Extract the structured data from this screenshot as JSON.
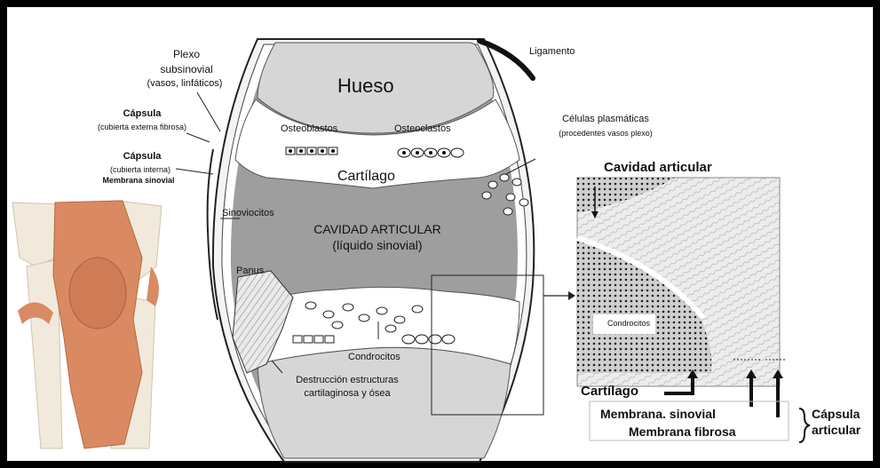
{
  "labels": {
    "plexo": "Plexo",
    "subsinovial": "subsinovial",
    "vasos": "(vasos, linfáticos)",
    "capsula1": "Cápsula",
    "capsula1_sub": "(cubierta externa fibrosa)",
    "capsula2": "Cápsula",
    "capsula2_sub": "(cubierta interna)",
    "membrana_sinovial": "Membrana sinovial",
    "sinoviocitos": "Sinoviocitos",
    "ligamento": "Ligamento",
    "hueso": "Hueso",
    "osteoblastos": "Osteoblastos",
    "osteoclastos": "Osteoclastos",
    "cartilago": "Cartílago",
    "celulas_plasmaticas": "Células plasmáticas",
    "celulas_sub": "(procedentes vasos plexo)",
    "cavidad_articular_caps": "CAVIDAD ARTICULAR",
    "liquido_sinovial": "(líquido sinovial)",
    "panus": "Panus",
    "condrocitos": "Condrocitos",
    "destruccion_1": "Destrucción estructuras",
    "destruccion_2": "cartilaginosa y ósea",
    "micro_cavidad": "Cavidad articular",
    "micro_condrocitos": "Condrocitos",
    "micro_cartilago": "Cartílago",
    "micro_membrana_sinovial": "Membrana. sinovial",
    "micro_membrana_fibrosa": "Membrana fibrosa",
    "capsula_articular_1": "Cápsula",
    "capsula_articular_2": "articular"
  },
  "colors": {
    "border": "#000000",
    "background": "#ffffff",
    "cavity": "#9e9e9e",
    "bone": "#d6d6d6",
    "cartilage": "#ffffff",
    "knee_bone": "#f2ece2",
    "knee_ligament": "#d98a63",
    "micro_tissue": "#e2e2e2"
  }
}
